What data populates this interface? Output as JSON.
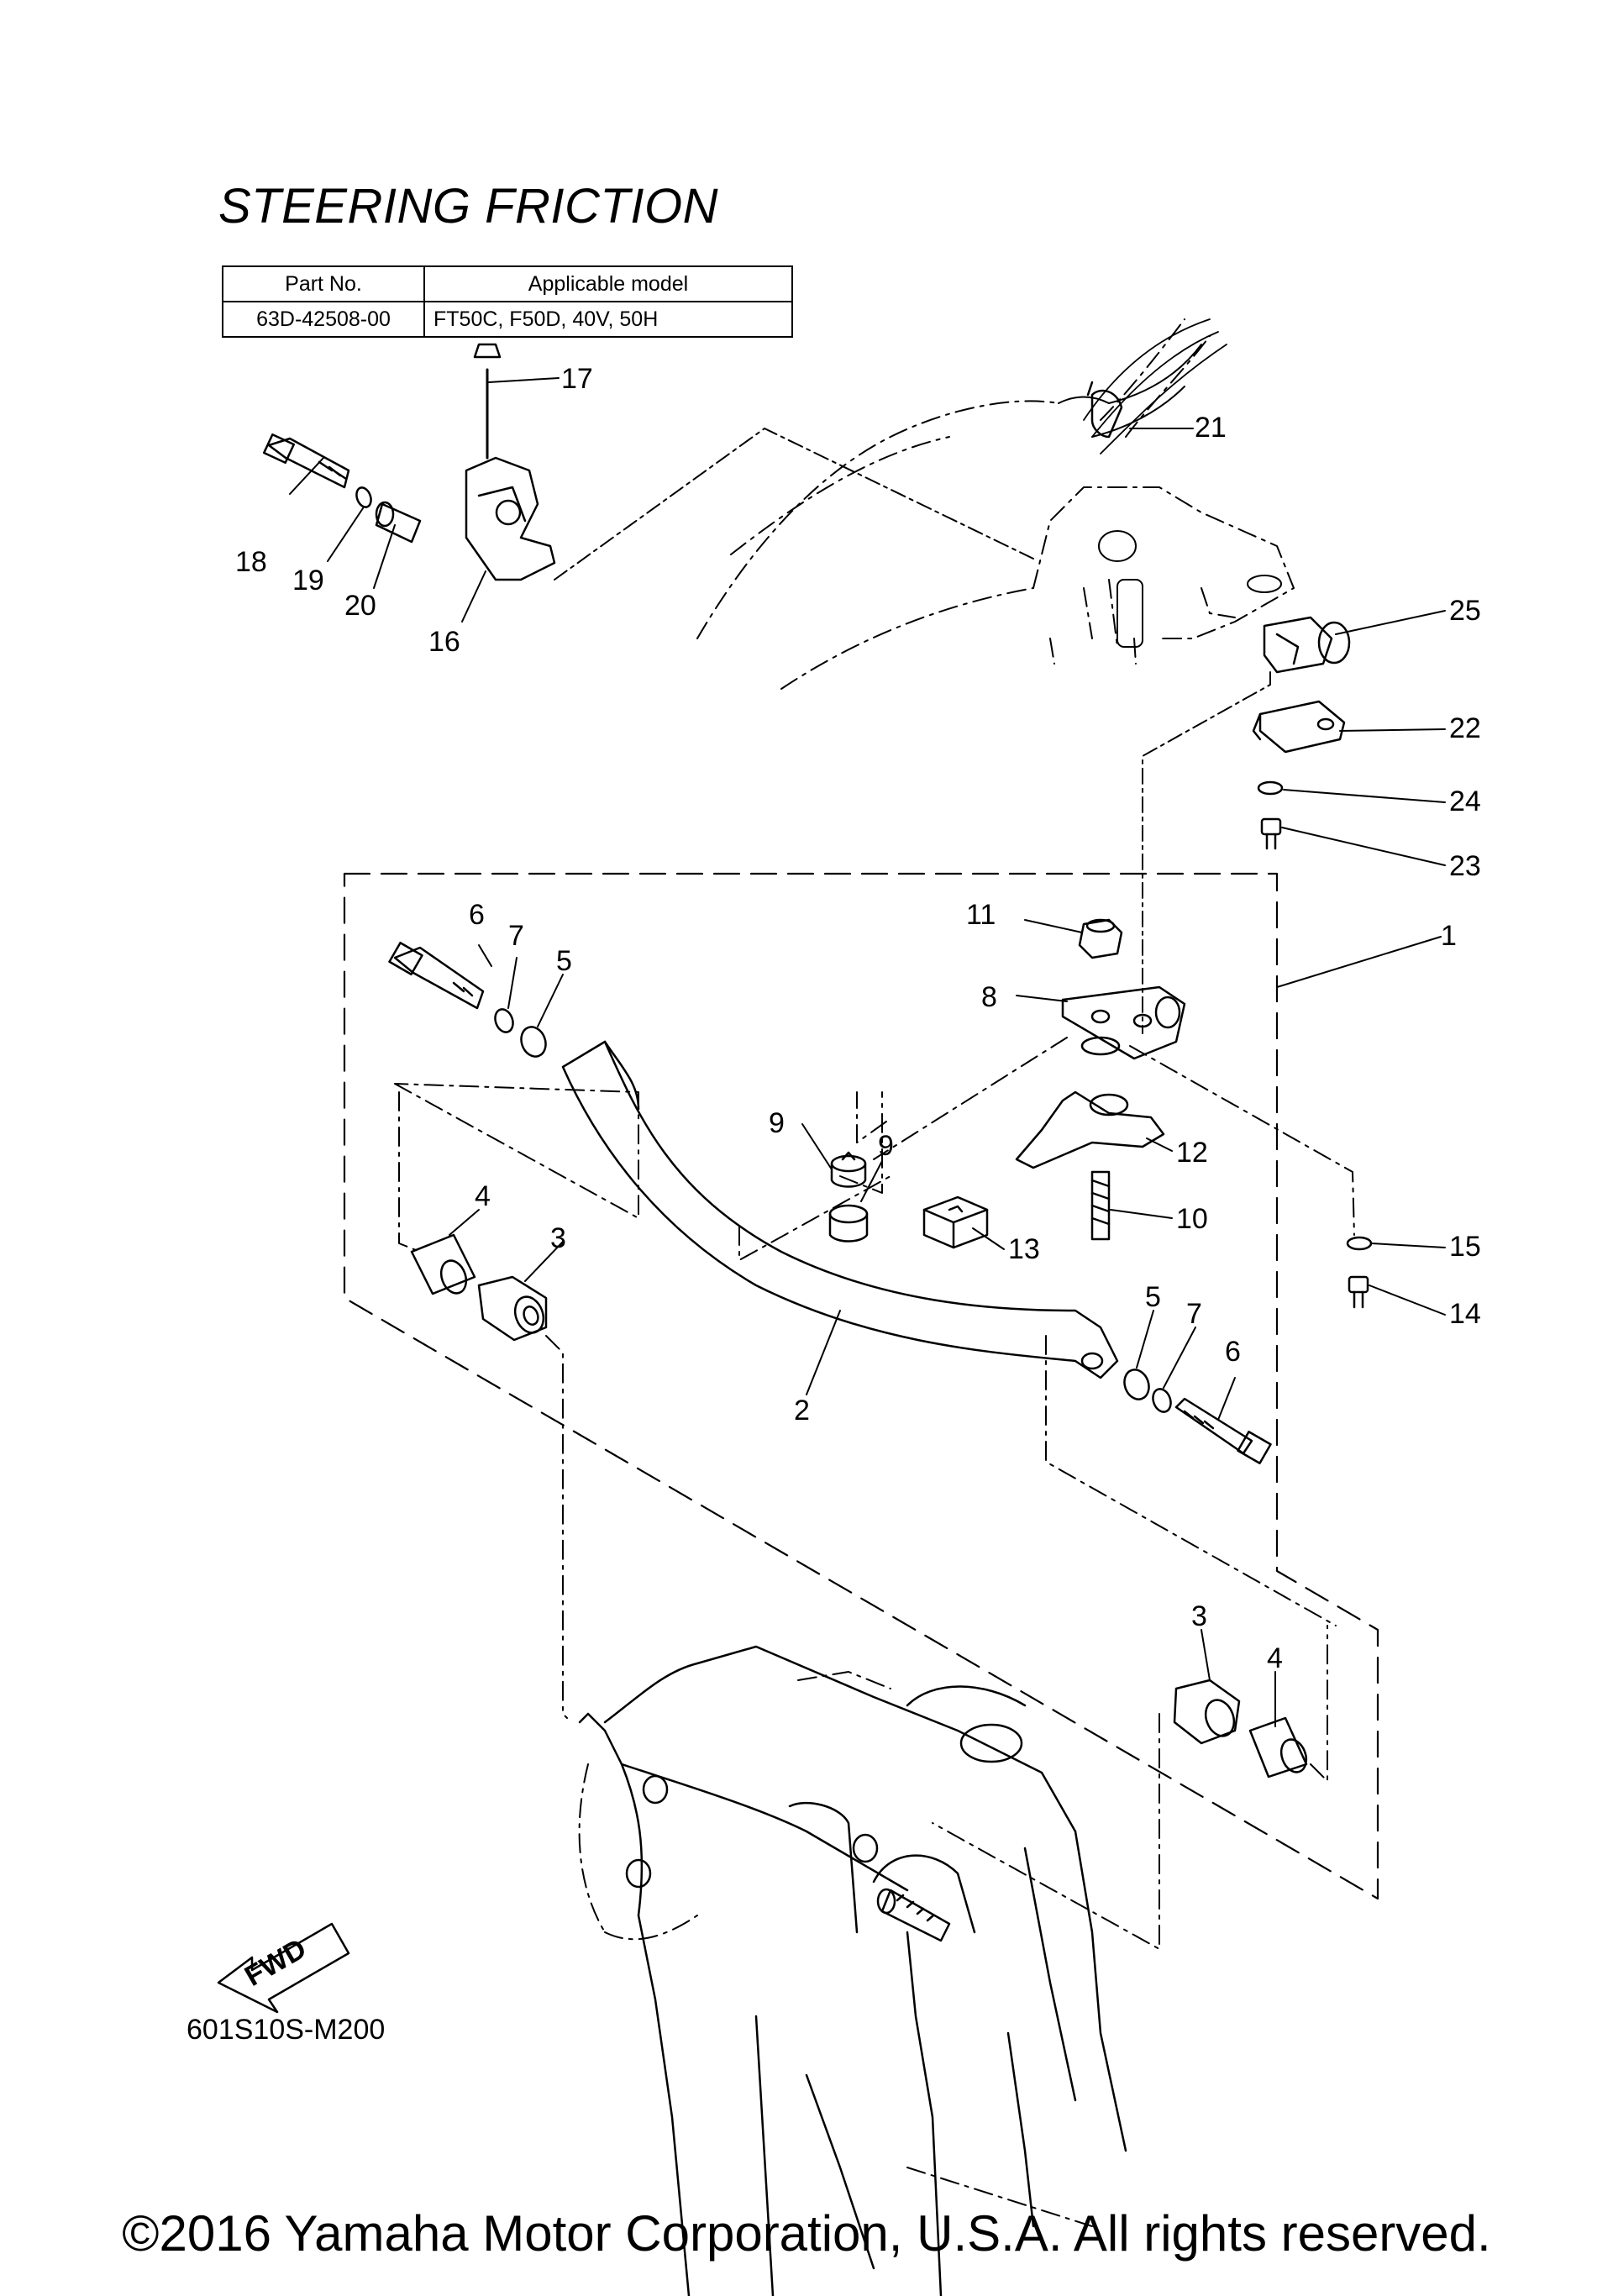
{
  "title": "STEERING FRICTION",
  "table": {
    "headers": [
      "Part No.",
      "Applicable model"
    ],
    "rows": [
      {
        "part_no": "63D-42508-00",
        "model": "FT50C, F50D, 40V, 50H"
      }
    ]
  },
  "callouts": {
    "c1": "1",
    "c2": "2",
    "c3a": "3",
    "c3b": "3",
    "c4a": "4",
    "c4b": "4",
    "c5a": "5",
    "c5b": "5",
    "c6a": "6",
    "c6b": "6",
    "c7a": "7",
    "c7b": "7",
    "c8": "8",
    "c9a": "9",
    "c9b": "9",
    "c10": "10",
    "c11": "11",
    "c12": "12",
    "c13": "13",
    "c14": "14",
    "c15": "15",
    "c16": "16",
    "c17": "17",
    "c18": "18",
    "c19": "19",
    "c20": "20",
    "c21": "21",
    "c22": "22",
    "c23": "23",
    "c24": "24",
    "c25": "25"
  },
  "fwd_label": "FWD",
  "drawing_code": "601S10S-M200",
  "copyright": "©2016 Yamaha Motor Corporation, U.S.A. All rights reserved.",
  "colors": {
    "ink": "#000000",
    "background": "#ffffff"
  }
}
